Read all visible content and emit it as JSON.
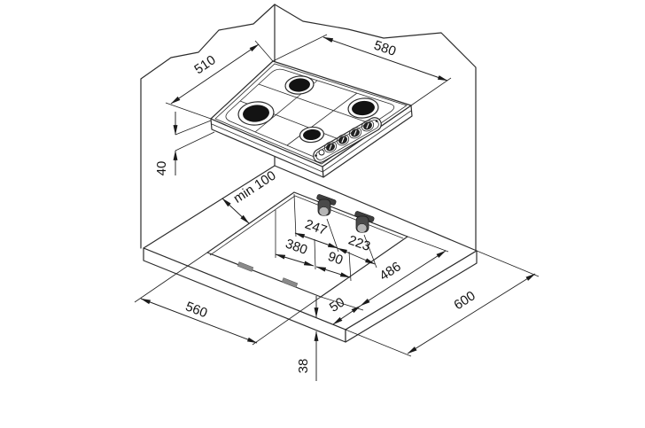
{
  "diagram": {
    "type": "hob-installation-dimension-drawing",
    "dimensions": {
      "hob_width": "580",
      "hob_depth": "510",
      "hob_height": "40",
      "rear_wall_clearance": "min 100",
      "rear_clamp_offset": "247",
      "rear_clamp_spacing": "223",
      "front_spacing_a": "380",
      "front_spacing_b": "90",
      "cutout_depth": "486",
      "cutout_width": "560",
      "front_edge_clearance": "50",
      "worktop_depth": "600",
      "worktop_thickness": "38"
    },
    "colors": {
      "background": "#ffffff",
      "line": "#2d2d2d",
      "burner": "#131313",
      "clamp_dark": "#3f3f3f",
      "clamp_light": "#b5b5b5",
      "clip_grey": "#8a8a8a"
    }
  }
}
